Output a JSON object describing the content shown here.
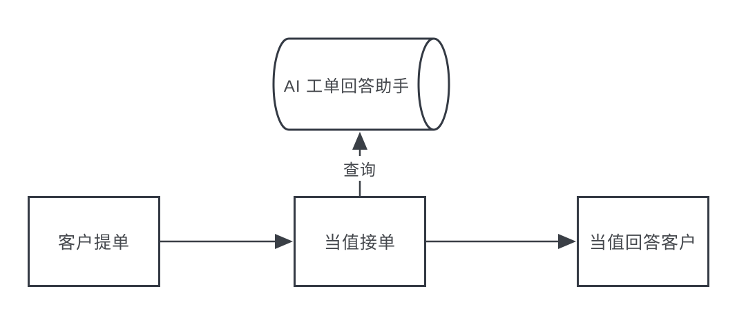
{
  "diagram": {
    "type": "flowchart",
    "background_color": "#ffffff",
    "stroke_color": "#343a44",
    "text_color": "#45484d",
    "nodes": {
      "ai_assistant": {
        "shape": "cylinder-horizontal",
        "label": "AI 工单回答助手"
      },
      "customer_ticket": {
        "shape": "rectangle",
        "label": "客户提单"
      },
      "on_duty_accept": {
        "shape": "rectangle",
        "label": "当值接单"
      },
      "on_duty_reply": {
        "shape": "rectangle",
        "label": "当值回答客户"
      }
    },
    "edges": [
      {
        "from": "customer_ticket",
        "to": "on_duty_accept",
        "label": "",
        "direction": "right"
      },
      {
        "from": "on_duty_accept",
        "to": "on_duty_reply",
        "label": "",
        "direction": "right"
      },
      {
        "from": "on_duty_accept",
        "to": "ai_assistant",
        "label": "查询",
        "direction": "up"
      }
    ],
    "query_edge_label": "查询"
  }
}
